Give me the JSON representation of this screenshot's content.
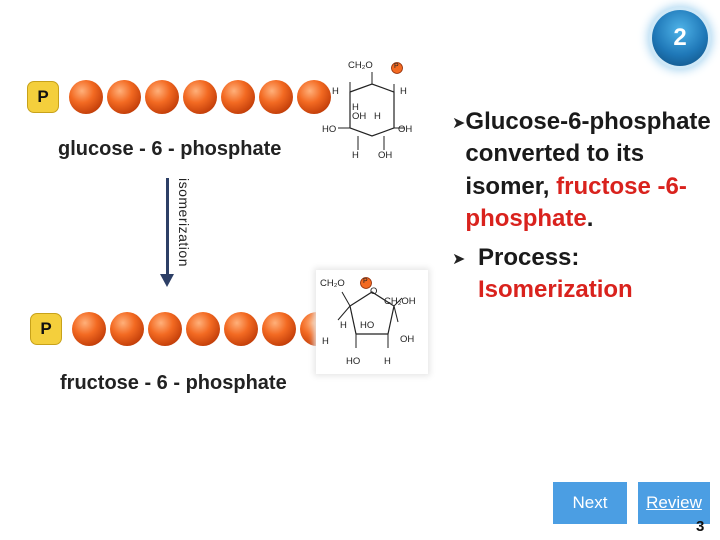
{
  "slide": {
    "badge": "2",
    "page_number": "3"
  },
  "diagram": {
    "top_chain": {
      "p_label": "P",
      "label": "glucose - 6 - phosphate",
      "bead_count": 7
    },
    "bottom_chain": {
      "p_label": "P",
      "label": "fructose - 6 - phosphate",
      "bead_count": 7
    },
    "arrow_label": "isomerization",
    "glucose_ring": {
      "labels": {
        "ch2o": "CH₂O",
        "p": "P",
        "h_tl": "H",
        "h_tr": "H",
        "h_inner1": "H",
        "oh_inner": "OH",
        "h_inner2": "H",
        "ho_l": "HO",
        "oh_r": "OH",
        "h_b1": "H",
        "oh_b": "OH"
      }
    },
    "fructose_ring": {
      "labels": {
        "ch2o": "CH₂O",
        "p": "P",
        "ch2oh": "CH₂OH",
        "h_l": "H",
        "h_in": "H",
        "ho_in": "HO",
        "oh_r": "OH",
        "ho_b": "HO",
        "h_b": "H"
      }
    }
  },
  "bullets": [
    {
      "parts": [
        {
          "text": "Glucose-6-phosphate converted to its isomer, ",
          "color": "default"
        },
        {
          "text": "fructose -6-phosphate",
          "color": "red"
        },
        {
          "text": ".",
          "color": "default"
        }
      ]
    },
    {
      "parts": [
        {
          "text": "Process: ",
          "color": "default"
        },
        {
          "text": "Isomerization",
          "color": "red"
        }
      ]
    }
  ],
  "buttons": {
    "next": "Next",
    "review": "Review"
  },
  "colors": {
    "red_accent": "#d9221d",
    "button_blue": "#4b9ee3",
    "bead_orange": "#f36a22",
    "phosphate_yellow": "#f4cf3c"
  }
}
